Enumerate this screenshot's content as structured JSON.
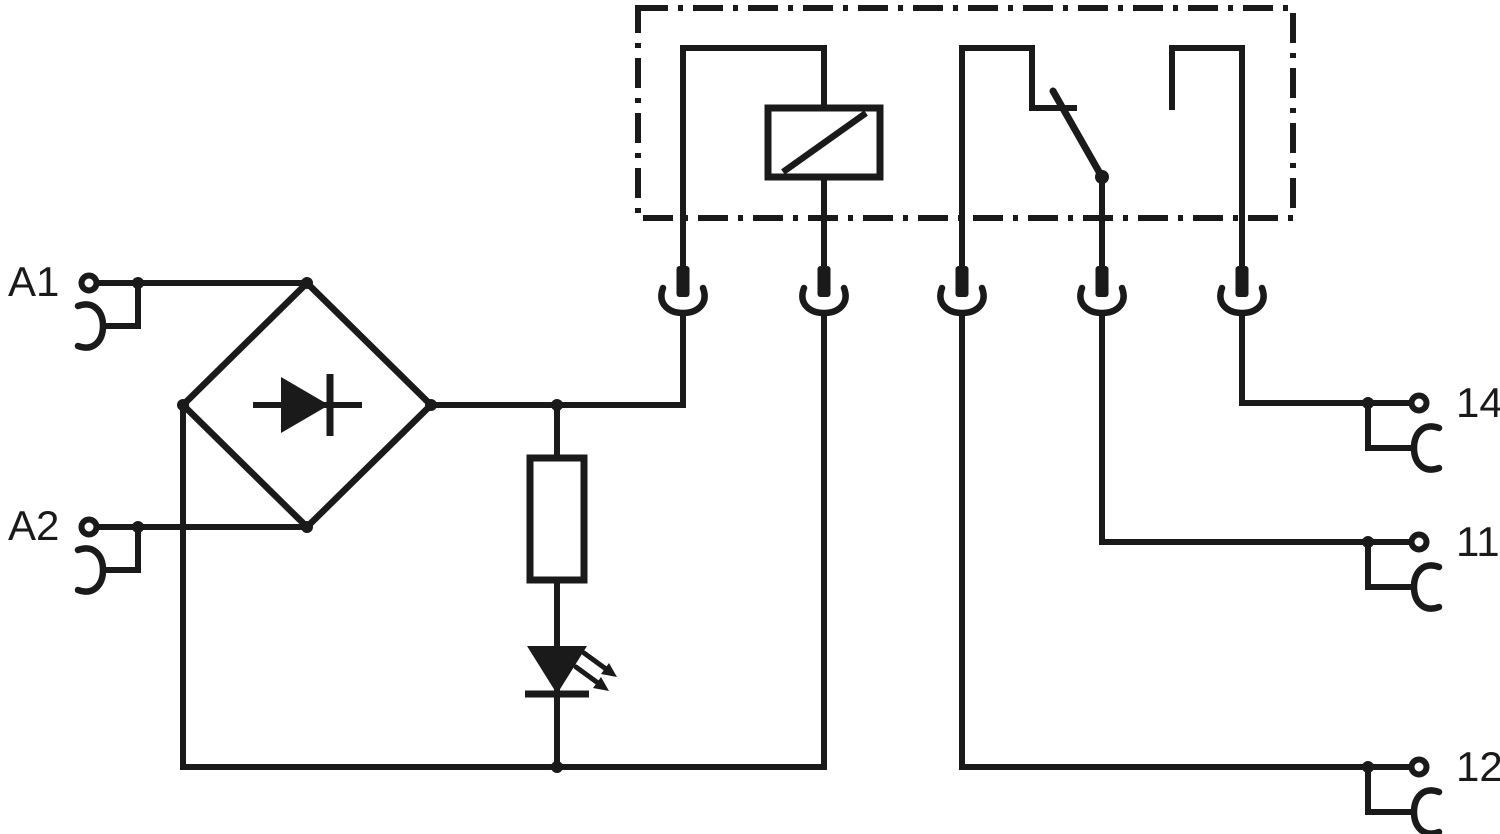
{
  "diagram": {
    "kind": "relay-module-wiring-schematic",
    "colors": {
      "ink": "#1a1a1a",
      "paper": "#ffffff"
    },
    "terminals": {
      "a1": "A1",
      "a2": "A2",
      "t14": "14",
      "t11": "11",
      "t12": "12"
    },
    "components": {
      "bridge_rectifier": "bridge-rectifier",
      "series_resistor": "series-resistor",
      "status_led": "status-led",
      "relay_coil": "relay-coil",
      "changeover_contact": "changeover-contact",
      "enclosure": "relay-enclosure-boundary",
      "plug_connector": "plug-in-connection"
    }
  }
}
